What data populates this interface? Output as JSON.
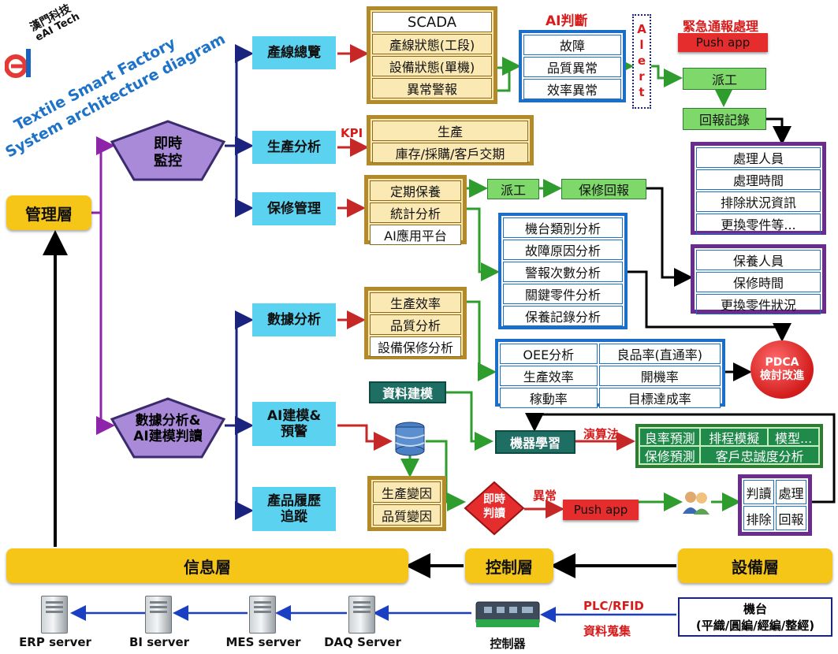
{
  "logo": {
    "brand_cn": "漢門科技",
    "brand_en": "eAI Tech",
    "title1": "Textile Smart Factory",
    "title2": "System architecture diagram"
  },
  "left": {
    "management": "管理層"
  },
  "pentagons": {
    "monitor": "即時\n監控",
    "analysis": "數據分析&\nAI建模判讀"
  },
  "branches": {
    "line_overview": "產線總覽",
    "production_analysis": "生產分析",
    "maintenance": "保修管理",
    "data_analysis": "數據分析",
    "ai_model": "AI建模&\n預警",
    "product_trace": "產品履歷\n追蹤"
  },
  "scada": [
    "SCADA",
    "產線狀態(工段)",
    "設備狀態(單機)",
    "異常警報"
  ],
  "kpi_label": "KPI",
  "production": [
    "生產",
    "庫存/採購/客戶交期"
  ],
  "ai_judge_label": "AI判斷",
  "ai_judge": [
    "故障",
    "品質異常",
    "效率異常"
  ],
  "alert": "Alert",
  "urgent_label": "緊急通報處理",
  "push_app": "Push app",
  "dispatch": "派工",
  "report_record": "回報記錄",
  "handler": [
    "處理人員",
    "處理時間",
    "排除狀況資訊",
    "更換零件等..."
  ],
  "maint": [
    "定期保養",
    "統計分析",
    "AI應用平台"
  ],
  "dispatch2": "派工",
  "maint_report": "保修回報",
  "machine_analysis": [
    "機台類別分析",
    "故障原因分析",
    "警報次數分析",
    "關鍵零件分析",
    "保養記錄分析"
  ],
  "maint_person": [
    "保養人員",
    "保修時間",
    "更換零件狀況"
  ],
  "data_items": [
    "生產效率",
    "品質分析",
    "設備保修分析"
  ],
  "oee": [
    [
      "OEE分析",
      "良品率(直通率)"
    ],
    [
      "生產效率",
      "開機率"
    ],
    [
      "稼動率",
      "目標達成率"
    ]
  ],
  "pdca": "PDCA\n檢討改進",
  "data_model": "資料建模",
  "ml": "機器學習",
  "algo_label": "演算法",
  "predict": [
    "良率預測",
    "排程模擬",
    "模型...",
    "保修預測",
    "客戶忠誠度分析"
  ],
  "factors": [
    "生產變因",
    "品質變因"
  ],
  "realtime": "即時\n判讀",
  "abnormal_label": "異常",
  "push_app2": "Push app",
  "judge_grid": [
    "判讀",
    "處理",
    "排除",
    "回報"
  ],
  "layers": {
    "info": "信息層",
    "control": "控制層",
    "device": "設備層"
  },
  "servers": [
    "ERP server",
    "BI server",
    "MES server",
    "DAQ Server"
  ],
  "controller": "控制器",
  "plc_label": "PLC/RFID",
  "collect_label": "資料蒐集",
  "machine": [
    "機台",
    "(平織/圓編/經編/整經)"
  ],
  "colors": {
    "purple": "#8e24aa",
    "navy": "#1a237e",
    "red": "#c62828",
    "green": "#2e9d2e",
    "gold": "#f5c518"
  }
}
